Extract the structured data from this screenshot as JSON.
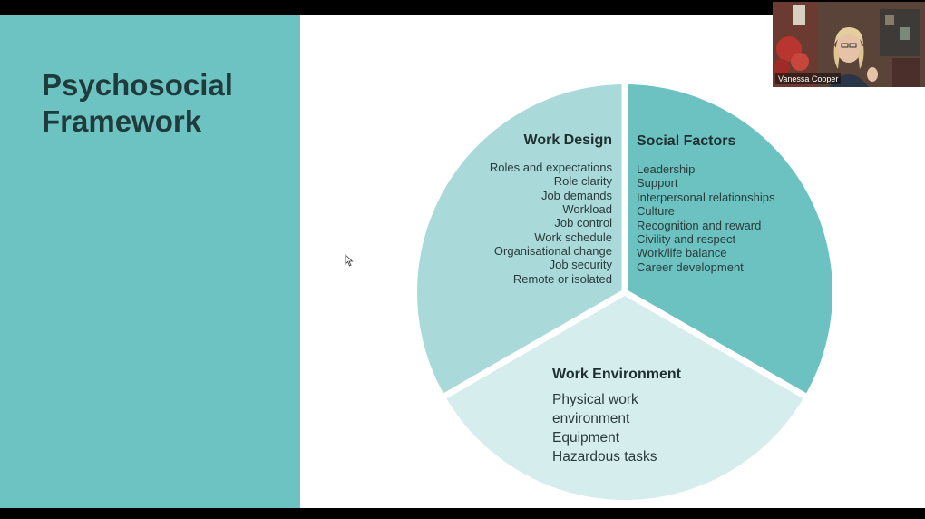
{
  "slide": {
    "title_line1": "Psychosocial",
    "title_line2": "Framework"
  },
  "diagram": {
    "segments": [
      {
        "heading": "Work Design",
        "items": [
          "Roles and expectations",
          "Role clarity",
          "Job demands",
          "Workload",
          "Job control",
          "Work schedule",
          "Organisational change",
          "Job security",
          "Remote or isolated"
        ],
        "color": "#a9d9d8"
      },
      {
        "heading": "Social Factors",
        "items": [
          "Leadership",
          "Support",
          "Interpersonal relationships",
          "Culture",
          "Recognition and reward",
          "Civility and respect",
          "Work/life balance",
          "Career development"
        ],
        "color": "#6cc2c1"
      },
      {
        "heading": "Work Environment",
        "items": [
          "Physical work",
          "environment",
          "Equipment",
          "Hazardous tasks"
        ],
        "color": "#d6eded"
      }
    ]
  },
  "video": {
    "participant_name": "Vanessa Cooper"
  },
  "colors": {
    "left_panel": "#6dc3c2",
    "title_text": "#1f3b3c"
  }
}
